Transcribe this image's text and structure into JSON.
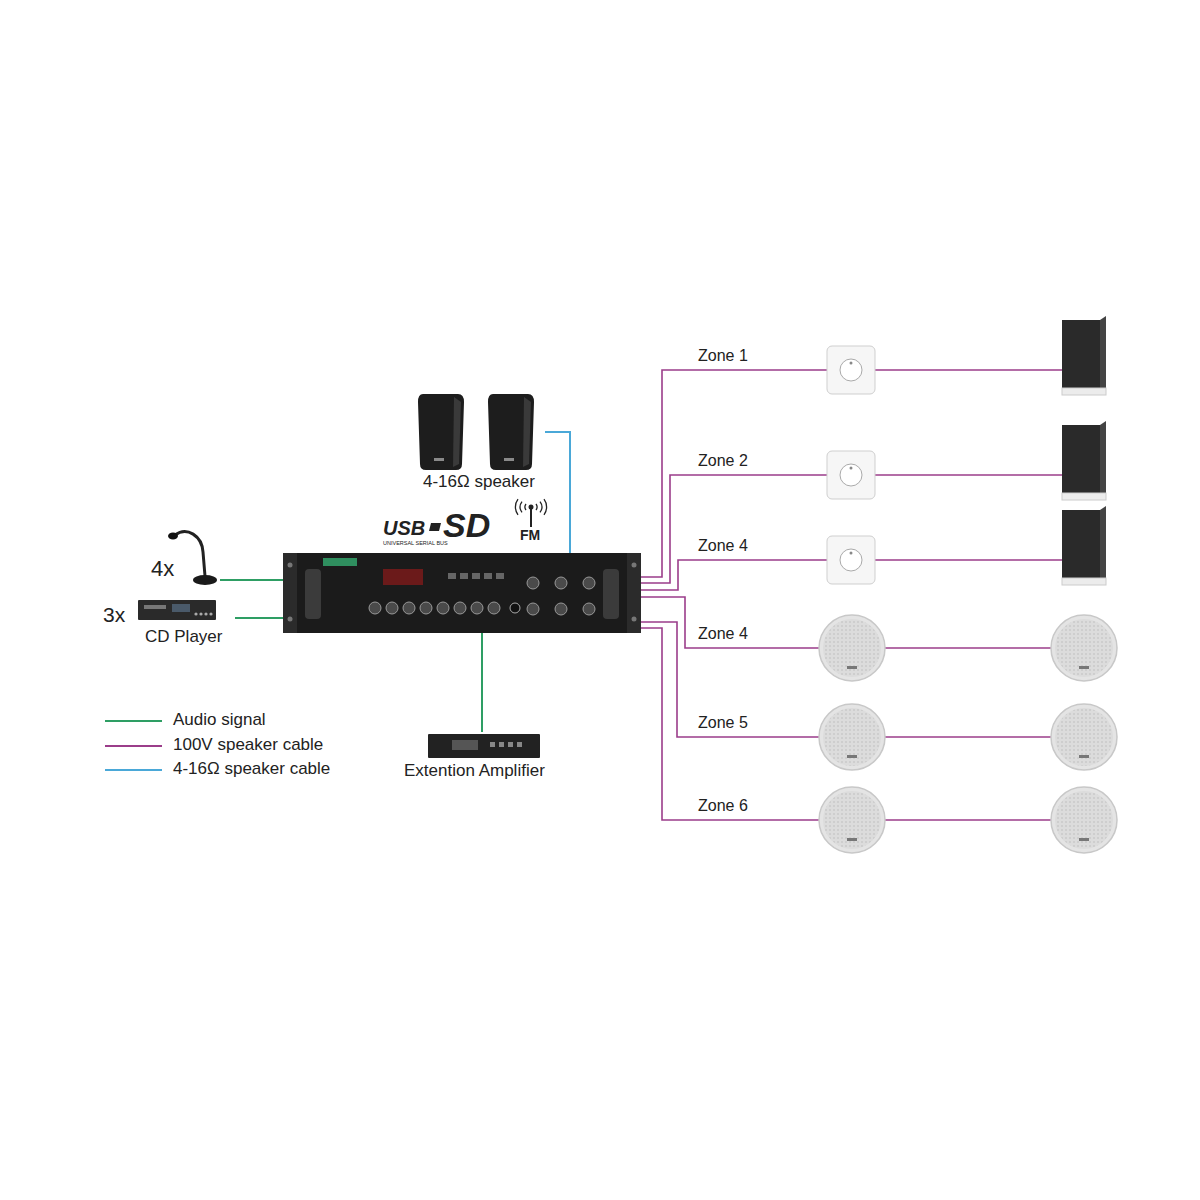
{
  "diagram": {
    "nodes": [
      {
        "text": [
          "4-16Ω speaker"
        ]
      },
      {
        "text": [
          "USB",
          "UNIVERSAL SERIAL BUS",
          "SD",
          "FM"
        ]
      },
      {
        "text": [
          "4x"
        ]
      },
      {
        "text": [
          "3x",
          "CD Player"
        ]
      },
      {
        "text": [
          "Extention Amplifier"
        ]
      }
    ],
    "edges": [
      {
        "from": 2,
        "to": 1,
        "arrow": "none"
      },
      {
        "from": 3,
        "to": 1,
        "arrow": "none"
      },
      {
        "from": 0,
        "to": 1,
        "arrow": "none"
      },
      {
        "from": 1,
        "to": 4,
        "arrow": "none"
      }
    ],
    "labels": [
      "Zone 1",
      "Zone 2",
      "Zone 4",
      "Zone 4",
      "Zone 5",
      "Zone 6"
    ],
    "legend": [
      {
        "text": "Audio signal"
      },
      {
        "text": "100V speaker cable"
      },
      {
        "text": "4-16Ω speaker cable"
      }
    ]
  }
}
